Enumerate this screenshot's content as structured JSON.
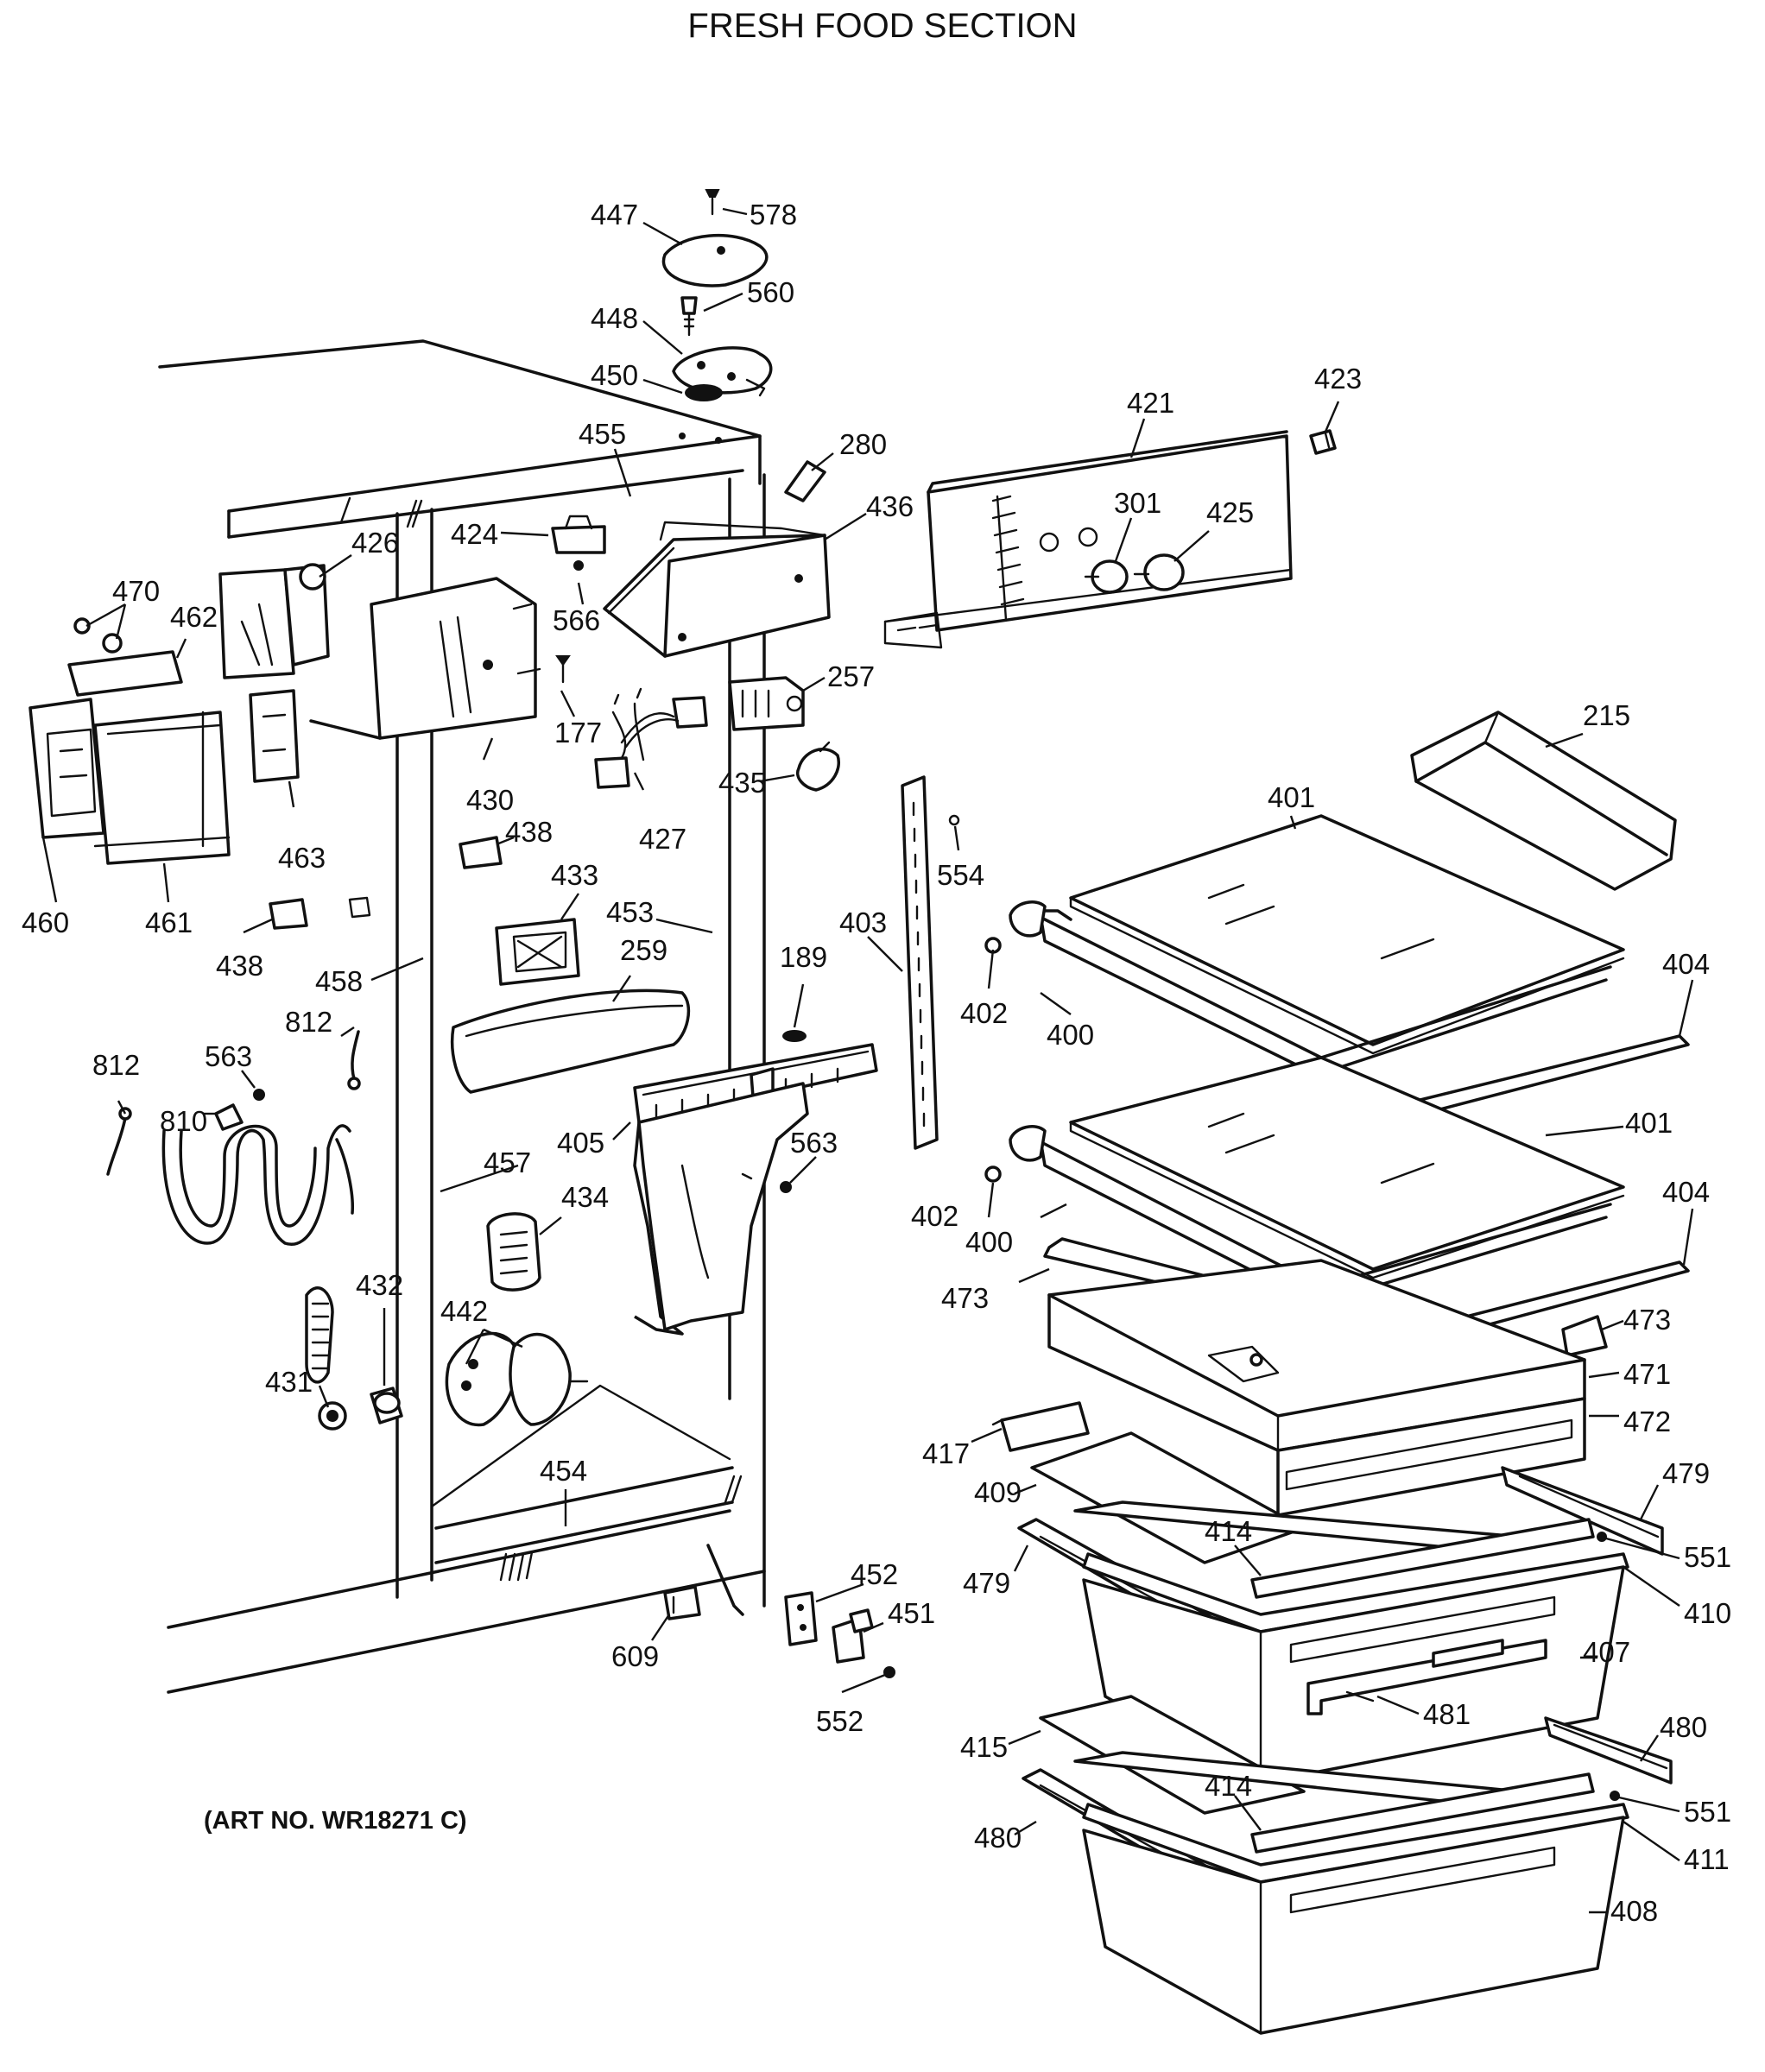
{
  "title": "FRESH FOOD SECTION",
  "art_number": "(ART NO. WR18271 C)",
  "parts": [
    {
      "id": "p447",
      "label": "447"
    },
    {
      "id": "p578",
      "label": "578"
    },
    {
      "id": "p560",
      "label": "560"
    },
    {
      "id": "p448",
      "label": "448"
    },
    {
      "id": "p450",
      "label": "450"
    },
    {
      "id": "p455",
      "label": "455"
    },
    {
      "id": "p280",
      "label": "280"
    },
    {
      "id": "p421",
      "label": "421"
    },
    {
      "id": "p423",
      "label": "423"
    },
    {
      "id": "p436",
      "label": "436"
    },
    {
      "id": "p301",
      "label": "301"
    },
    {
      "id": "p425",
      "label": "425"
    },
    {
      "id": "p424",
      "label": "424"
    },
    {
      "id": "p426",
      "label": "426"
    },
    {
      "id": "p470",
      "label": "470"
    },
    {
      "id": "p462",
      "label": "462"
    },
    {
      "id": "p566",
      "label": "566"
    },
    {
      "id": "p177",
      "label": "177"
    },
    {
      "id": "p257",
      "label": "257"
    },
    {
      "id": "p215",
      "label": "215"
    },
    {
      "id": "p430",
      "label": "430"
    },
    {
      "id": "p427",
      "label": "427"
    },
    {
      "id": "p435",
      "label": "435"
    },
    {
      "id": "p401a",
      "label": "401"
    },
    {
      "id": "p463",
      "label": "463"
    },
    {
      "id": "p438a",
      "label": "438"
    },
    {
      "id": "p554",
      "label": "554"
    },
    {
      "id": "p433",
      "label": "433"
    },
    {
      "id": "p460",
      "label": "460"
    },
    {
      "id": "p461",
      "label": "461"
    },
    {
      "id": "p453",
      "label": "453"
    },
    {
      "id": "p403",
      "label": "403"
    },
    {
      "id": "p438b",
      "label": "438"
    },
    {
      "id": "p259",
      "label": "259"
    },
    {
      "id": "p458",
      "label": "458"
    },
    {
      "id": "p189",
      "label": "189"
    },
    {
      "id": "p404a",
      "label": "404"
    },
    {
      "id": "p402a",
      "label": "402"
    },
    {
      "id": "p812a",
      "label": "812"
    },
    {
      "id": "p400a",
      "label": "400"
    },
    {
      "id": "p563a",
      "label": "563"
    },
    {
      "id": "p812b",
      "label": "812"
    },
    {
      "id": "p810",
      "label": "810"
    },
    {
      "id": "p401b",
      "label": "401"
    },
    {
      "id": "p405",
      "label": "405"
    },
    {
      "id": "p563b",
      "label": "563"
    },
    {
      "id": "p457",
      "label": "457"
    },
    {
      "id": "p404b",
      "label": "404"
    },
    {
      "id": "p434",
      "label": "434"
    },
    {
      "id": "p402b",
      "label": "402"
    },
    {
      "id": "p400b",
      "label": "400"
    },
    {
      "id": "p432",
      "label": "432"
    },
    {
      "id": "p473a",
      "label": "473"
    },
    {
      "id": "p473b",
      "label": "473"
    },
    {
      "id": "p442",
      "label": "442"
    },
    {
      "id": "p471",
      "label": "471"
    },
    {
      "id": "p431",
      "label": "431"
    },
    {
      "id": "p472",
      "label": "472"
    },
    {
      "id": "p417",
      "label": "417"
    },
    {
      "id": "p454",
      "label": "454"
    },
    {
      "id": "p479a",
      "label": "479"
    },
    {
      "id": "p409",
      "label": "409"
    },
    {
      "id": "p414a",
      "label": "414"
    },
    {
      "id": "p551a",
      "label": "551"
    },
    {
      "id": "p452",
      "label": "452"
    },
    {
      "id": "p479b",
      "label": "479"
    },
    {
      "id": "p410",
      "label": "410"
    },
    {
      "id": "p451",
      "label": "451"
    },
    {
      "id": "p609",
      "label": "609"
    },
    {
      "id": "p407",
      "label": "407"
    },
    {
      "id": "p481",
      "label": "481"
    },
    {
      "id": "p552",
      "label": "552"
    },
    {
      "id": "p480a",
      "label": "480"
    },
    {
      "id": "p415",
      "label": "415"
    },
    {
      "id": "p414b",
      "label": "414"
    },
    {
      "id": "p551b",
      "label": "551"
    },
    {
      "id": "p480b",
      "label": "480"
    },
    {
      "id": "p411",
      "label": "411"
    },
    {
      "id": "p408",
      "label": "408"
    }
  ]
}
